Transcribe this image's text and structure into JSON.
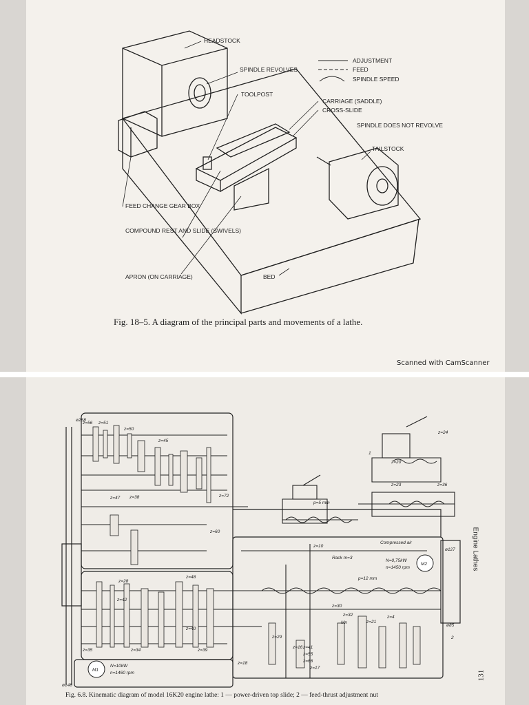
{
  "figure1": {
    "labels": {
      "headstock": "HEADSTOCK",
      "spindle_revolves": "SPINDLE REVOLVES",
      "toolpost": "TOOLPOST",
      "carriage": "CARRIAGE (SADDLE)",
      "cross_slide": "CROSS-SLIDE",
      "spindle_not": "SPINDLE DOES NOT REVOLVE",
      "tailstock": "TAILSTOCK",
      "feed_box": "FEED CHANGE GEAR BOX",
      "compound": "COMPOUND REST AND SLIDE (SWIVELS)",
      "apron": "APRON (ON CARRIAGE)",
      "bed": "BED"
    },
    "legend": {
      "adjustment": "ADJUSTMENT",
      "feed": "FEED",
      "spindle_speed": "SPINDLE SPEED"
    },
    "caption": "Fig. 18–5. A diagram of the principal parts and movements of a lathe."
  },
  "scanner": "Scanned with CamScanner",
  "figure2": {
    "caption": "Fig. 6.8. Kinematic diagram of model 16K20 engine lathe: 1 — power-driven top slide;    2 — feed-thrust adjustment nut",
    "running_head": "Engine Lathes",
    "page_number": "131",
    "labels": {
      "d268": "ø268",
      "d148": "ø148",
      "d127": "ø127",
      "d85": "ø85",
      "motor1": "M1",
      "motor1_n": "N=10kW",
      "motor1_rpm": "n=1460 rpm",
      "motor2": "M2",
      "motor2_n": "N=0,75kW",
      "motor2_rpm": "n=1450 rpm",
      "compressed_air": "Compressed air",
      "rack": "Rack m=3",
      "z10": "z=10",
      "p12": "p=12 mm",
      "p5": "p=5 mm",
      "z24": "z=24",
      "z20": "z=20",
      "z36": "z=36",
      "z30": "z=30",
      "z32": "z=32",
      "z4": "z=4",
      "z21": "z=21",
      "z16": "z=16",
      "z29": "z=29",
      "z18": "z=18",
      "z48": "z=48",
      "z60": "z=60",
      "z45": "z=45",
      "z28": "z=28",
      "z56": "z=56",
      "z51": "z=51",
      "z50": "z=50",
      "z34": "z=34",
      "z39": "z=39",
      "z38": "z=38",
      "z35": "z=35",
      "z47": "z=47",
      "z55": "z=55",
      "z66": "z=66",
      "z17": "z=17",
      "z41": "z=41",
      "z23": "z=23",
      "z72": "z=72",
      "z40": "z=40",
      "z42": "z=42",
      "mn": "Mn",
      "n1": "1",
      "n2": "2"
    }
  }
}
